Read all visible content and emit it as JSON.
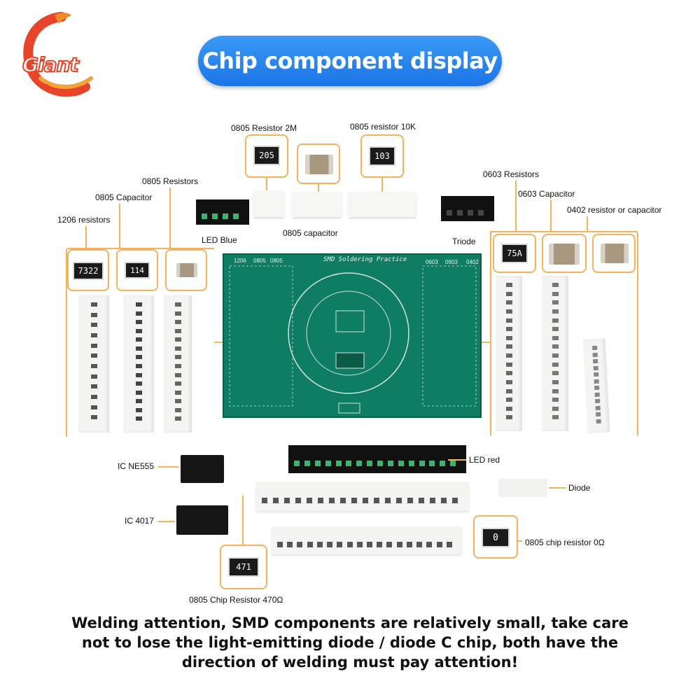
{
  "logo": {
    "text": "Giant"
  },
  "title": "Chip component display",
  "labels": {
    "r0805_2m": "0805 Resistor 2M",
    "r0805_10k": "0805 resistor 10K",
    "r0805": "0805 Resistors",
    "c0805_cap": "0805 Capacitor",
    "r1206": "1206 resistors",
    "led_blue": "LED Blue",
    "c0805": "0805 capacitor",
    "r0603": "0603 Resistors",
    "c0603": "0603 Capacitor",
    "rc0402": "0402 resistor or capacitor",
    "triode": "Triode",
    "ic_ne555": "IC NE555",
    "led_red": "LED red",
    "diode": "Diode",
    "ic_4017": "IC 4017",
    "r0805_0": "0805 chip resistor 0Ω",
    "r0805_470": "0805 Chip Resistor 470Ω"
  },
  "chip_codes": {
    "c205": "205",
    "c103": "103",
    "c7322": "7322",
    "c114": "114",
    "c75a": "75A",
    "c471": "471",
    "c0": "0"
  },
  "pcb": {
    "title": "SMD Soldering Practice",
    "col_1206": "1206",
    "col_0805a": "0805",
    "col_0805b": "0805",
    "col_0603a": "0603",
    "col_0603b": "0603",
    "col_0402": "0402"
  },
  "footer": "Welding attention, SMD components are relatively small, take care not to lose the light-emitting diode / diode C chip, both have the direction of welding must pay attention!",
  "colors": {
    "accent_blue": "#1c74e6",
    "frame_orange": "#f3b25b",
    "pcb_green": "#0f7c64",
    "logo_red": "#e8442a"
  }
}
